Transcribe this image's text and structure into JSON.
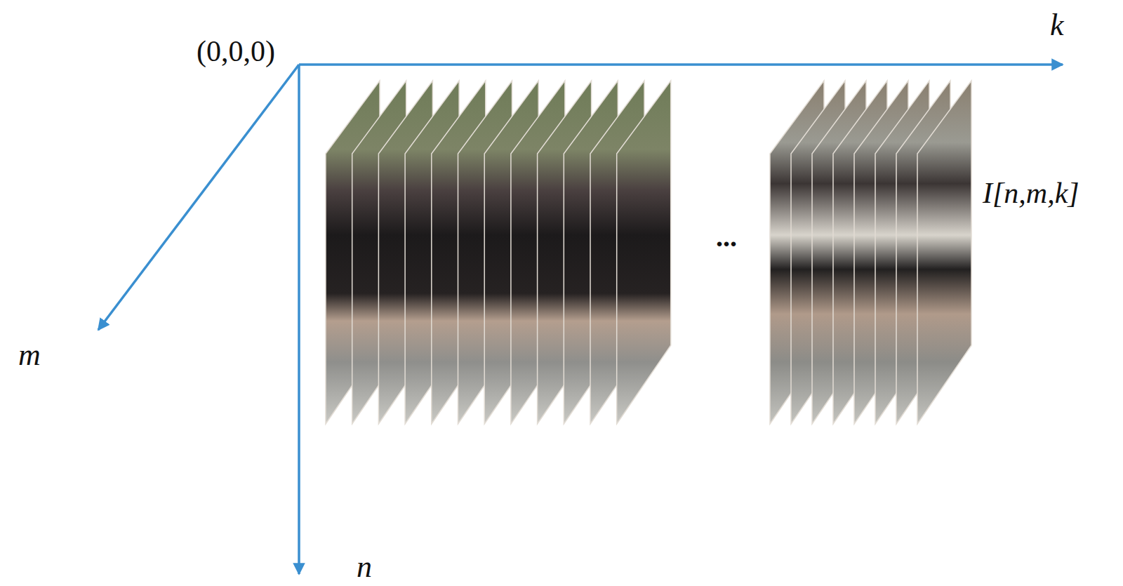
{
  "diagram": {
    "labels": [
      "(0,0,0)",
      "k",
      "m",
      "n",
      "I[n,m,k]",
      "..."
    ]
  }
}
